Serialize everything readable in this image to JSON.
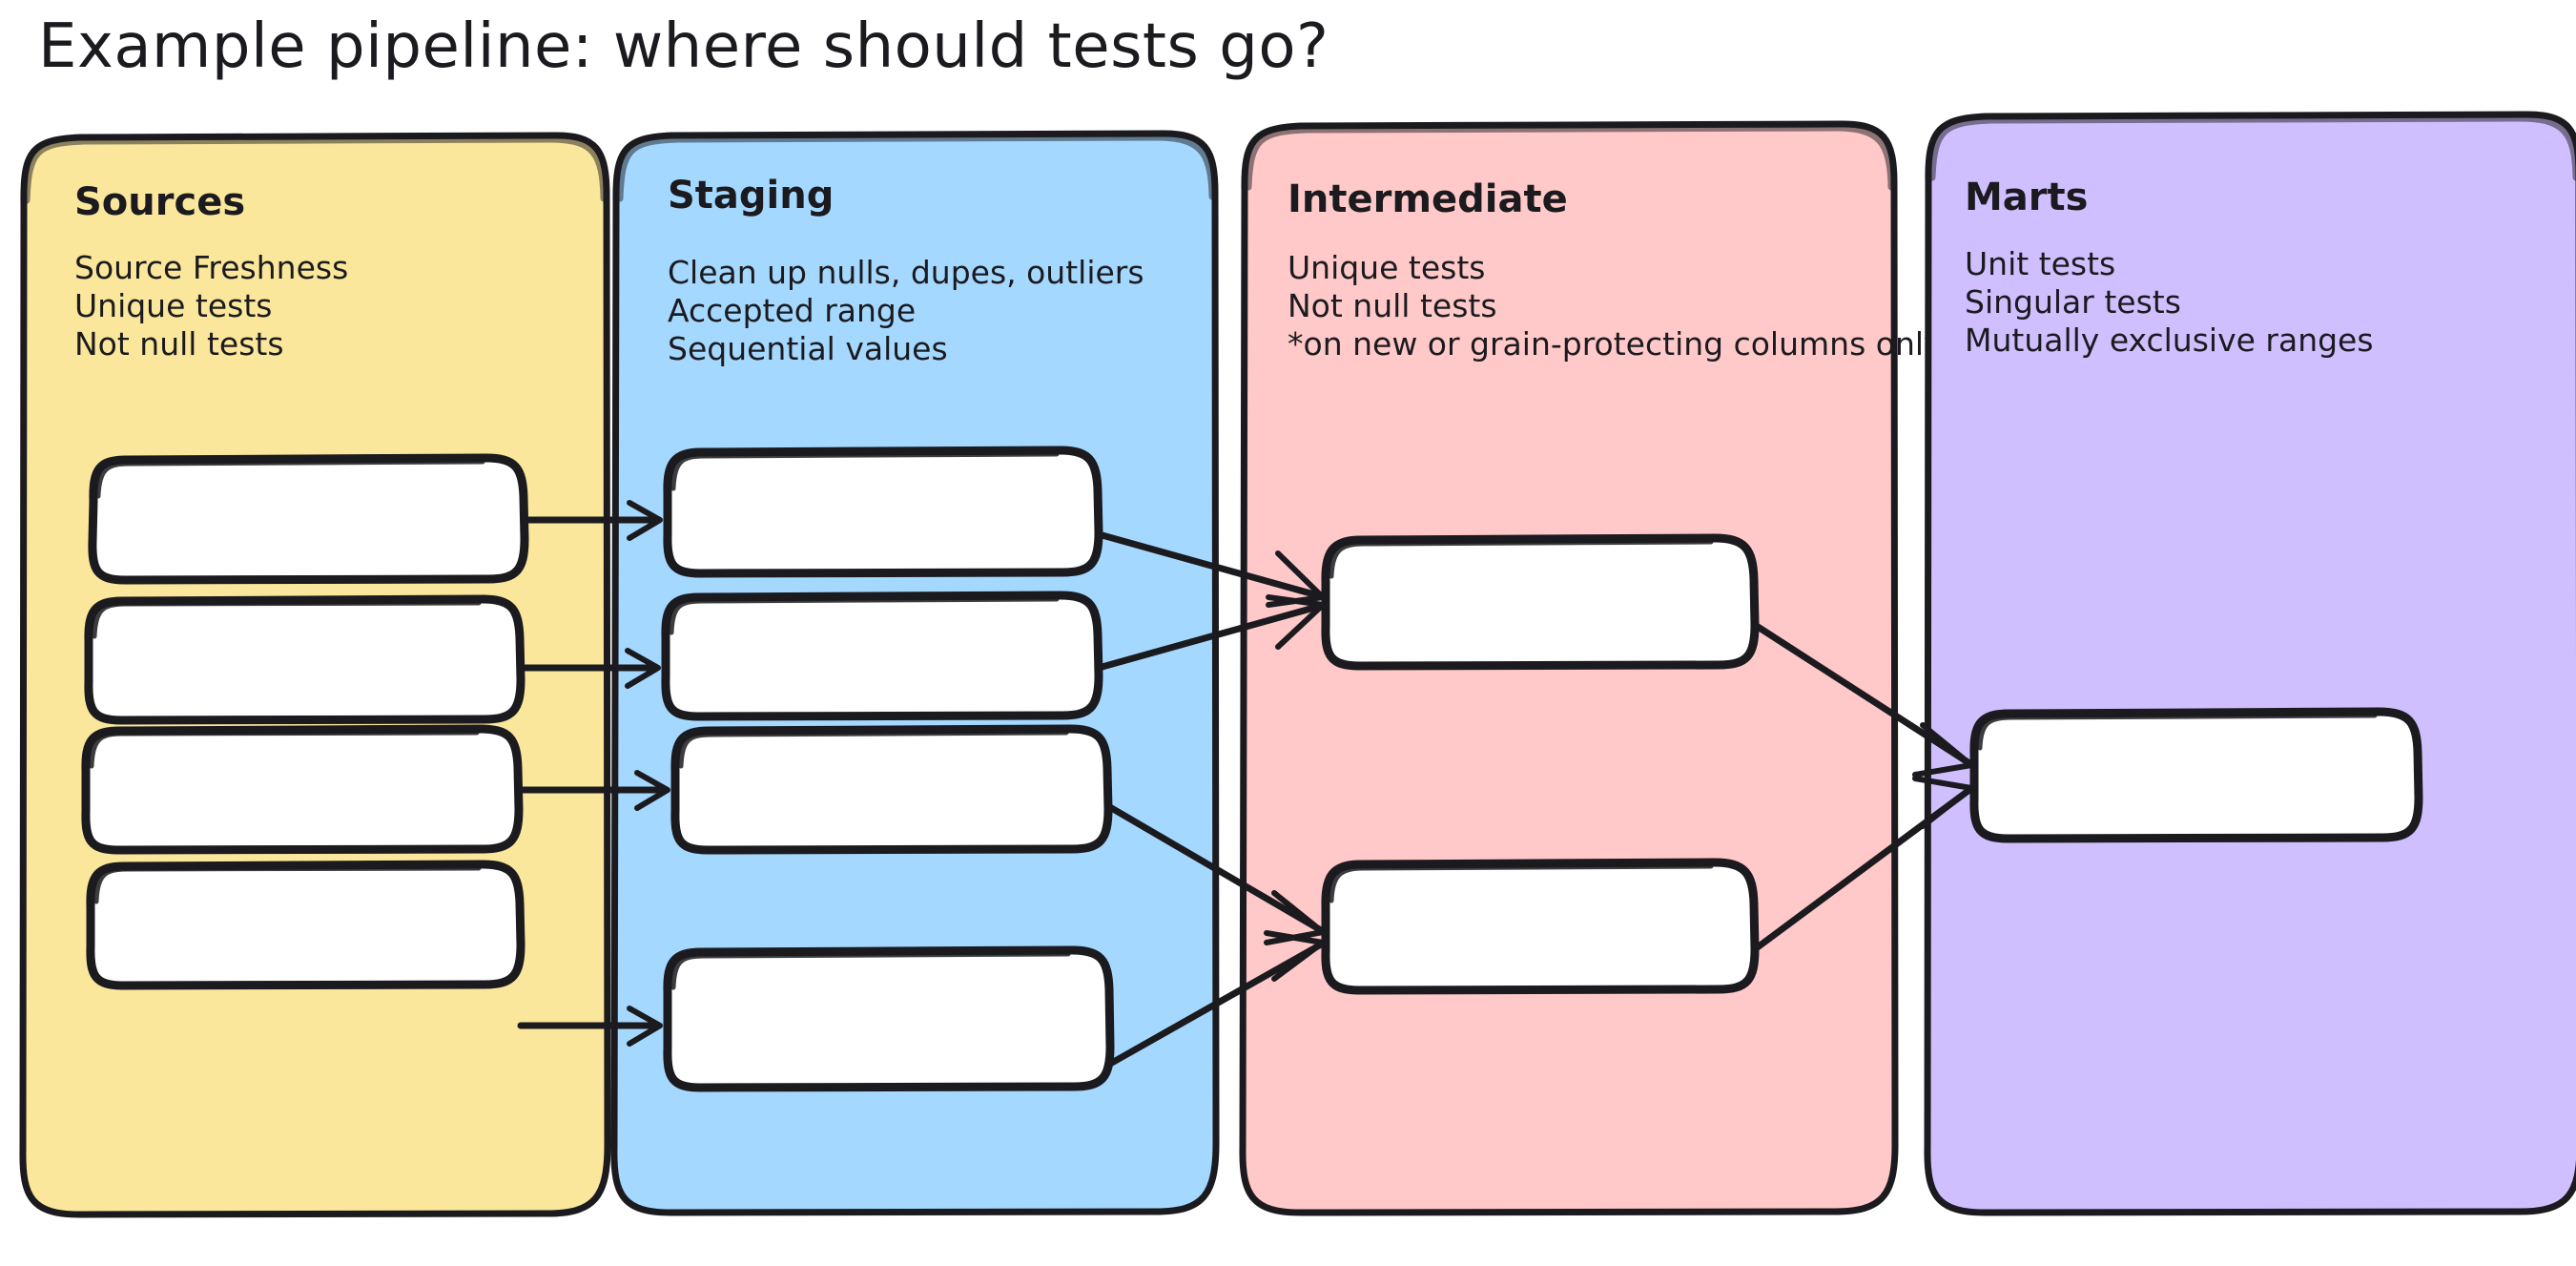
{
  "title": "Example pipeline: where should tests go?",
  "lanes": [
    {
      "id": "sources",
      "title": "Sources",
      "color": "#FAE79B",
      "lines": [
        "Source Freshness",
        "Unique tests",
        "Not null tests"
      ],
      "nodes": [
        "",
        "",
        "",
        ""
      ]
    },
    {
      "id": "staging",
      "title": "Staging",
      "color": "#A5D8FF",
      "lines": [
        "Clean up nulls, dupes, outliers",
        "Accepted range",
        "Sequential values"
      ],
      "nodes": [
        "",
        "",
        "",
        ""
      ]
    },
    {
      "id": "intermediate",
      "title": "Intermediate",
      "color": "#FFC9C9",
      "lines": [
        "Unique tests",
        "Not null tests",
        "*on new or grain-protecting columns only"
      ],
      "nodes": [
        "",
        ""
      ]
    },
    {
      "id": "marts",
      "title": "Marts",
      "color": "#D0BFFF",
      "lines": [
        "Unit tests",
        "Singular tests",
        "Mutually exclusive ranges"
      ],
      "nodes": [
        ""
      ]
    }
  ],
  "stroke_color": "#1b1b1f",
  "node_fill": "#ffffff",
  "background": "#ffffff",
  "edges": [
    {
      "from": "sources-node-1",
      "to": "staging-node-1"
    },
    {
      "from": "sources-node-2",
      "to": "staging-node-2"
    },
    {
      "from": "sources-node-3",
      "to": "staging-node-3"
    },
    {
      "from": "sources-node-4",
      "to": "staging-node-4"
    },
    {
      "from": "staging-node-1",
      "to": "intermediate-node-1"
    },
    {
      "from": "staging-node-2",
      "to": "intermediate-node-1"
    },
    {
      "from": "staging-node-3",
      "to": "intermediate-node-2"
    },
    {
      "from": "staging-node-4",
      "to": "intermediate-node-2"
    },
    {
      "from": "intermediate-node-1",
      "to": "marts-node-1"
    },
    {
      "from": "intermediate-node-2",
      "to": "marts-node-1"
    }
  ]
}
